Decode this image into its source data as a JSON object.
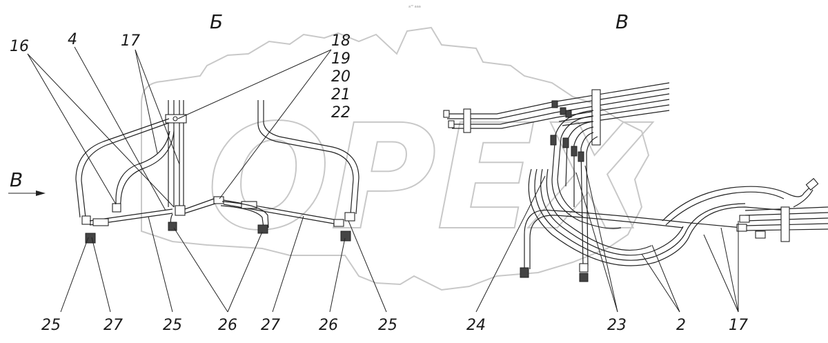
{
  "views": {
    "b": "Б",
    "v": "В",
    "arrow": "В"
  },
  "small_mark": "а¹⁰ ааа",
  "watermark": "OPEX",
  "labels": {
    "l16": "16",
    "l4": "4",
    "l17a": "17",
    "l18": "18",
    "l19": "19",
    "l20": "20",
    "l21": "21",
    "l22": "22",
    "l25a": "25",
    "l27a": "27",
    "l25b": "25",
    "l26a": "26",
    "l27b": "27",
    "l26b": "26",
    "l25c": "25",
    "l24": "24",
    "l23": "23",
    "l2": "2",
    "l17b": "17"
  }
}
